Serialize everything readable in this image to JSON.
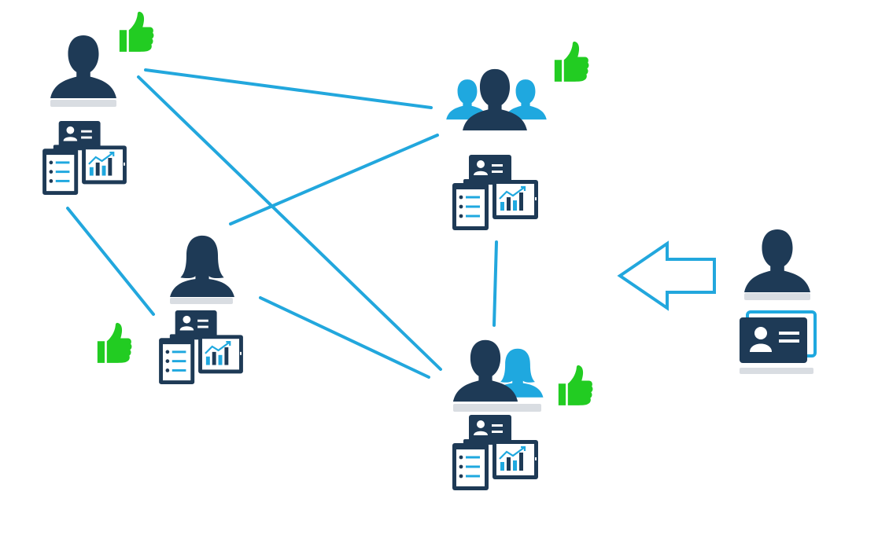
{
  "colors": {
    "person_dark": "#1e3a56",
    "person_accent": "#1fa8df",
    "connector": "#22a7dd",
    "thumbs_up": "#22cc22",
    "shadow": "#d9dde2"
  },
  "nodes": [
    {
      "id": "single-person-top-left",
      "person": "man-icon",
      "has_documents": true,
      "approved": true
    },
    {
      "id": "woman-middle-left",
      "person": "woman-icon",
      "has_documents": true,
      "approved": true
    },
    {
      "id": "group-top-right",
      "person": "group-icon",
      "has_documents": true,
      "approved": true
    },
    {
      "id": "couple-bottom-right",
      "person": "couple-icon",
      "has_documents": true,
      "approved": true
    },
    {
      "id": "new-person-far-right",
      "person": "man-with-id-card-icon",
      "has_documents": false,
      "approved": false
    }
  ],
  "arrow": {
    "direction": "left",
    "icon": "outline-arrow-left-icon"
  }
}
